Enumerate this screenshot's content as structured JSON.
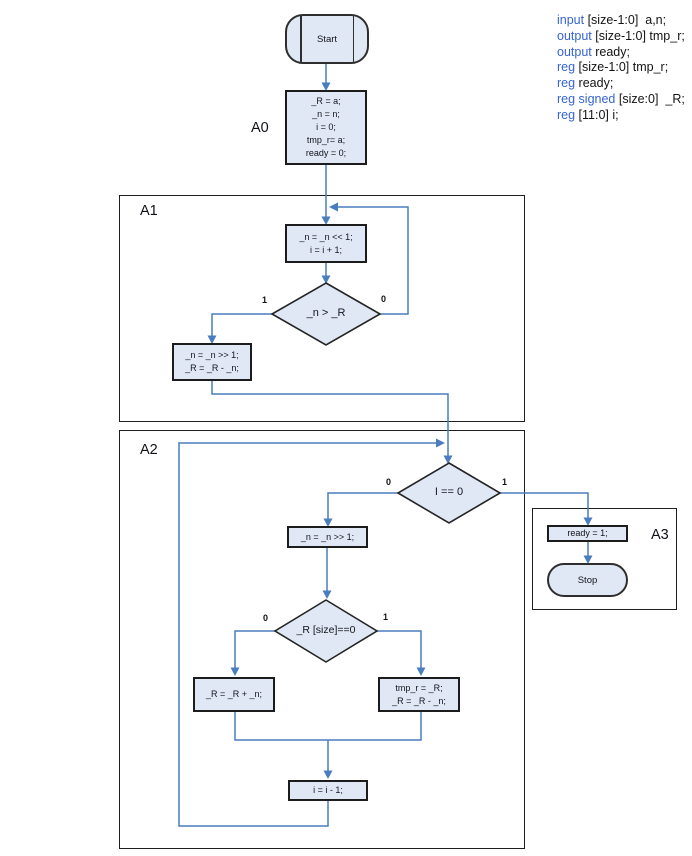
{
  "colors": {
    "connector": "#4a7dbe",
    "shape_fill": "#dfe8f4",
    "shape_border": "#2b2b2b",
    "keyword_blue": "#3565cf"
  },
  "flowchart": {
    "start": "Start",
    "stop": "Stop",
    "labels": {
      "a0": "A0",
      "a1": "A1",
      "a2": "A2",
      "a3": "A3"
    },
    "nodes": {
      "init": "_R = a;\n_n = n;\ni = 0;\ntmp_r= a;\nready = 0;",
      "shift_left": "_n = _n << 1;\ni = i + 1;",
      "cond_n_gt_R": "_n > _R",
      "halve_sub": "_n = _n >> 1;\n_R = _R - _n;",
      "cond_i_eq_0": "I == 0",
      "halve": "_n = _n >> 1;",
      "cond_R_sign": "_R [size]==0",
      "restore": "_R = _R + _n;",
      "store": "tmp_r = _R;\n_R = _R - _n;",
      "decr": "i = i - 1;",
      "set_ready": "ready = 1;"
    },
    "branches": {
      "n_gt_R_true": "1",
      "n_gt_R_false": "0",
      "i_eq_0_false": "0",
      "i_eq_0_true": "1",
      "R_sign_false": "0",
      "R_sign_true": "1"
    }
  },
  "code": {
    "lines": [
      {
        "kw": "input",
        "rest": " [size-1:0]  a,n;"
      },
      {
        "kw": "output",
        "rest": " [size-1:0] tmp_r;"
      },
      {
        "kw": "output",
        "rest": " ready;"
      },
      {
        "kw": "reg",
        "rest": " [size-1:0] tmp_r;"
      },
      {
        "kw": "reg",
        "rest": " ready;"
      },
      {
        "kw": "reg signed",
        "rest": " [size:0]  _R;"
      },
      {
        "kw": "reg",
        "rest": " [11:0] i;"
      }
    ]
  }
}
